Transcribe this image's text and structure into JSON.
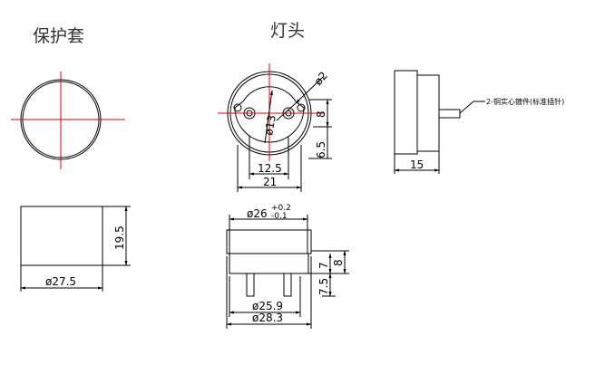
{
  "titles": {
    "cover": "保护套",
    "lamp_head": "灯头"
  },
  "cover": {
    "height": "19.5",
    "diameter": "ø27.5"
  },
  "lamp_top": {
    "hole_dia": "ø2",
    "pcd": "ø13",
    "pin_spacing": "12.5",
    "width": "21",
    "offset_small": "8",
    "offset_large": "6.5"
  },
  "lamp_side": {
    "depth": "15",
    "pin_note": "2-铜实心镀件(标准插针)"
  },
  "lamp_front": {
    "dia_main": "ø26",
    "tol_plus": "+0.2",
    "tol_minus": "-0.1",
    "h_body": "7",
    "h_total": "8",
    "pin_len": "7.5",
    "dia_inner": "ø25.9",
    "dia_outer": "ø28.3"
  },
  "colors": {
    "centerline": "#e00000",
    "line": "#000000"
  }
}
